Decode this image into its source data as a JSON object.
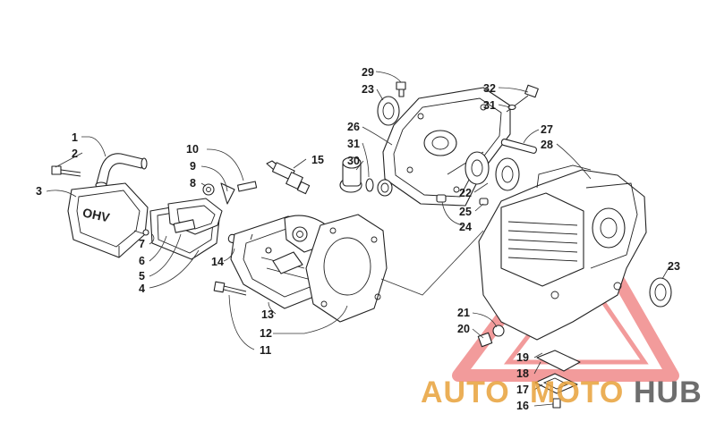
{
  "callouts": [
    {
      "id": "c1",
      "text": "1"
    },
    {
      "id": "c2",
      "text": "2"
    },
    {
      "id": "c3",
      "text": "3"
    },
    {
      "id": "c4",
      "text": "4"
    },
    {
      "id": "c5",
      "text": "5"
    },
    {
      "id": "c6",
      "text": "6"
    },
    {
      "id": "c7",
      "text": "7"
    },
    {
      "id": "c8",
      "text": "8"
    },
    {
      "id": "c9",
      "text": "9"
    },
    {
      "id": "c10",
      "text": "10"
    },
    {
      "id": "c11",
      "text": "11"
    },
    {
      "id": "c12",
      "text": "12"
    },
    {
      "id": "c13",
      "text": "13"
    },
    {
      "id": "c14",
      "text": "14"
    },
    {
      "id": "c15",
      "text": "15"
    },
    {
      "id": "c16",
      "text": "16"
    },
    {
      "id": "c17",
      "text": "17"
    },
    {
      "id": "c18",
      "text": "18"
    },
    {
      "id": "c19",
      "text": "19"
    },
    {
      "id": "c20",
      "text": "20"
    },
    {
      "id": "c21",
      "text": "21"
    },
    {
      "id": "c22",
      "text": "22"
    },
    {
      "id": "c23a",
      "text": "23"
    },
    {
      "id": "c23b",
      "text": "23"
    },
    {
      "id": "c24",
      "text": "24"
    },
    {
      "id": "c25",
      "text": "25"
    },
    {
      "id": "c26",
      "text": "26"
    },
    {
      "id": "c27",
      "text": "27"
    },
    {
      "id": "c28",
      "text": "28"
    },
    {
      "id": "c29",
      "text": "29"
    },
    {
      "id": "c30",
      "text": "30"
    },
    {
      "id": "c31a",
      "text": "31"
    },
    {
      "id": "c31b",
      "text": "31"
    },
    {
      "id": "c32",
      "text": "32"
    }
  ],
  "cover_marking": "OHV",
  "watermark": {
    "part1": "AUTO",
    "part2": "MOTO",
    "part3": "HUB",
    "color_primary": "#e8a23a",
    "color_secondary": "#555555",
    "color_triangle": "#e84a4a"
  },
  "colors": {
    "line": "#222222",
    "background": "#ffffff"
  }
}
